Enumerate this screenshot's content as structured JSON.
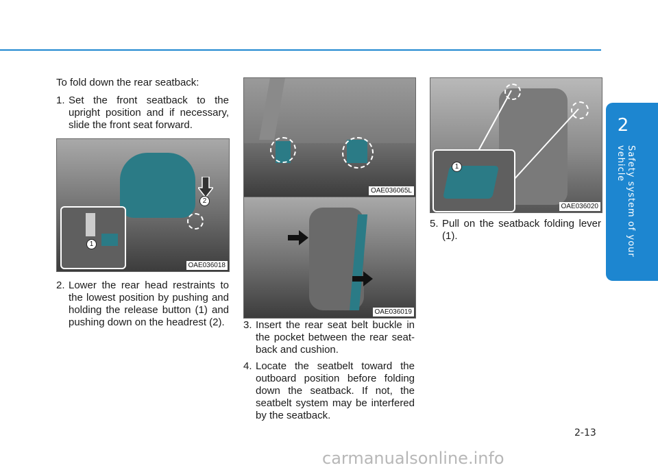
{
  "chapter": {
    "number": "2",
    "title": "Safety system of your vehicle"
  },
  "intro": "To fold down the rear seatback:",
  "steps": [
    {
      "num": "1.",
      "text": "Set the front seatback to the upright position and if necessary, slide the front seat forward."
    },
    {
      "num": "2.",
      "text": "Lower the rear head restraints to the lowest position by pushing and holding the release button (1) and pushing down on the headrest (2)."
    },
    {
      "num": "3.",
      "text": "Insert the rear seat belt buckle in the pocket between the rear seat-back and cushion."
    },
    {
      "num": "4.",
      "text": "Locate the seatbelt toward the outboard position before folding down the seatback. If not, the seatbelt system may be interfered by the seatback."
    },
    {
      "num": "5.",
      "text": "Pull on the seatback folding lever (1)."
    }
  ],
  "figures": {
    "headrest": {
      "code": "OAE036018",
      "callout_1": "1",
      "callout_2": "2"
    },
    "buckle": {
      "code": "OAE036065L"
    },
    "seatbelt": {
      "code": "OAE036019"
    },
    "lever": {
      "code": "OAE036020",
      "callout_1": "1"
    }
  },
  "page_number": "2-13",
  "watermark": "carmanualsonline.info",
  "colors": {
    "accent": "#1d86d0",
    "highlight": "#2b7b86"
  }
}
